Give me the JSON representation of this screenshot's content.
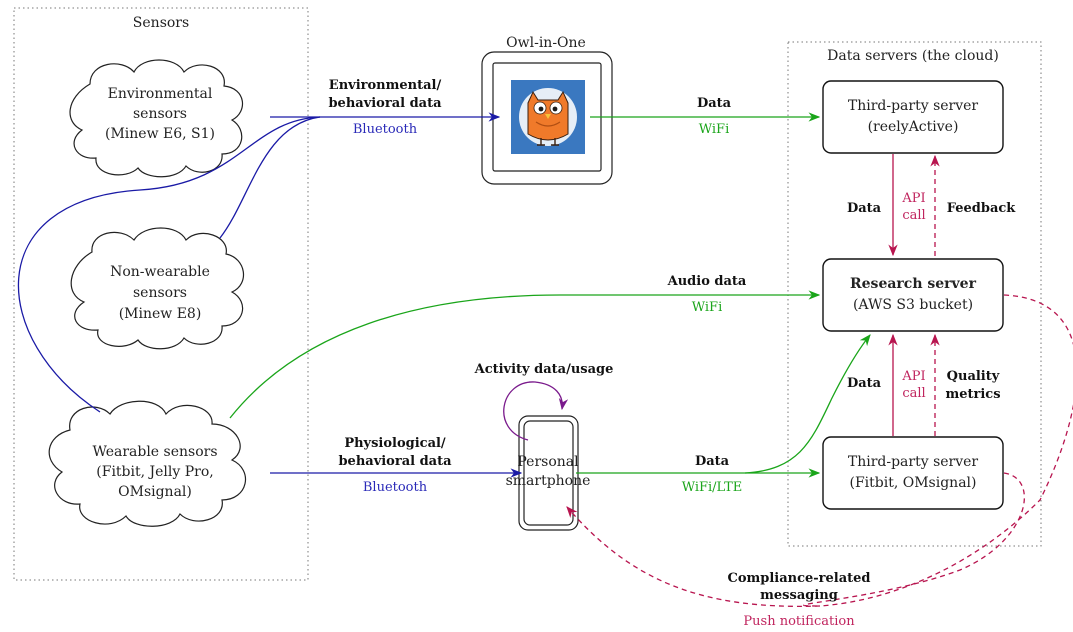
{
  "groups": {
    "sensors": "Sensors",
    "owl": "Owl-in-One",
    "cloud": "Data servers (the cloud)"
  },
  "clouds": {
    "env": [
      "Environmental",
      "sensors",
      "(Minew E6, S1)"
    ],
    "nonwear": [
      "Non-wearable",
      "sensors",
      "(Minew E8)"
    ],
    "wear": [
      "Wearable sensors",
      "(Fitbit, Jelly Pro,",
      "OMsignal)"
    ]
  },
  "servers": {
    "reely": [
      "Third-party server",
      "(reelyActive)"
    ],
    "research_title": "Research server",
    "research_sub": "(AWS S3 bucket)",
    "fitbit": [
      "Third-party server",
      "(Fitbit, OMsignal)"
    ]
  },
  "phone": [
    "Personal",
    "smartphone"
  ],
  "edges": {
    "env_bold": [
      "Environmental/",
      "behavioral data"
    ],
    "env_sub": "Bluetooth",
    "owl_bold": "Data",
    "owl_sub": "WiFi",
    "audio_bold": "Audio data",
    "audio_sub": "WiFi",
    "activity": "Activity data/usage",
    "phys_bold": [
      "Physiological/",
      "behavioral data"
    ],
    "phys_sub": "Bluetooth",
    "phone_bold": "Data",
    "phone_sub": "WiFi/LTE",
    "reely_data": "Data",
    "reely_api": [
      "API",
      "call"
    ],
    "reely_feedback": "Feedback",
    "fit_data": "Data",
    "fit_api": [
      "API",
      "call"
    ],
    "fit_quality": [
      "Quality",
      "metrics"
    ],
    "compliance": [
      "Compliance-related",
      "messaging"
    ],
    "push": "Push notification"
  },
  "colors": {
    "blue": "#1a1aa6",
    "green": "#1aa51a",
    "crimson": "#b8154f",
    "purple": "#7a1a8c",
    "owl_bg": "#3a78c0",
    "owl_body": "#f07a2a"
  },
  "icons": [
    "owl-app-icon"
  ]
}
